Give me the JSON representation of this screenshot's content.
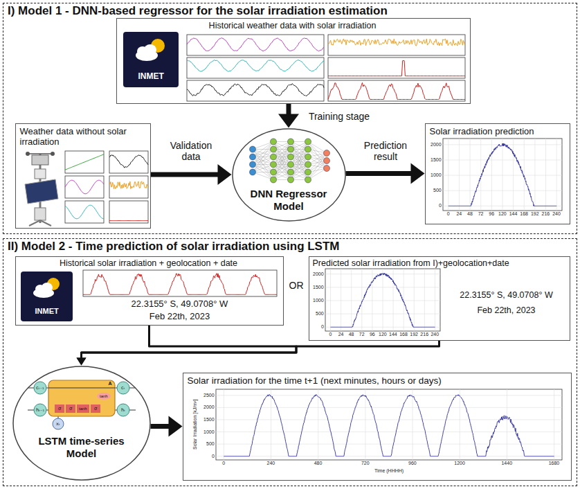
{
  "diagram": {
    "nodes": [
      {
        "text": [
          "I) Model 1 - DNN-based regressor for the solar irradiation estimation"
        ]
      },
      {
        "text": [
          "Historical weather data with solar irradiation"
        ],
        "in": 0
      },
      {
        "text": [
          "Weather data without solar irradiation"
        ],
        "in": 0
      },
      {
        "text": [
          "DNN Regressor Model"
        ],
        "in": 0
      },
      {
        "text": [
          "Solar irradiation prediction"
        ],
        "in": 0
      },
      {
        "text": [
          "II) Model 2 - Time prediction of solar irradiation using LSTM"
        ]
      },
      {
        "text": [
          "Historical solar irradiation + geolocation + date",
          "22.3155° S, 49.0708° W",
          "Feb 22th, 2023"
        ],
        "in": 5
      },
      {
        "text": [
          "Predicted solar irradiation from I)+geolocation+date",
          "22.3155° S, 49.0708° W",
          "Feb 22th, 2023"
        ],
        "in": 5
      },
      {
        "text": [
          "LSTM time-series Model"
        ],
        "in": 5
      },
      {
        "text": [
          "Solar irradiation for the time t+1 (next minutes, hours or days)"
        ],
        "in": 5
      }
    ],
    "edges": [
      {
        "from": 1,
        "to": 3,
        "arrow": "to",
        "label": "Training stage"
      },
      {
        "from": 2,
        "to": 3,
        "arrow": "to",
        "label": "Validation data"
      },
      {
        "from": 3,
        "to": 4,
        "arrow": "to",
        "label": "Prediction result"
      },
      {
        "from": 6,
        "to": 8,
        "arrow": "to"
      },
      {
        "from": 7,
        "to": 8,
        "arrow": "to"
      },
      {
        "from": 8,
        "to": 9,
        "arrow": "to"
      }
    ],
    "labels": [
      "INMET",
      "2000",
      "1500",
      "1000",
      "500",
      "0",
      "0",
      "24",
      "48",
      "72",
      "96",
      "120",
      "144",
      "168",
      "192",
      "216",
      "240",
      "INMET",
      "OR",
      "2000",
      "1500",
      "1000",
      "500",
      "0",
      "0",
      "24",
      "48",
      "72",
      "96",
      "120",
      "144",
      "168",
      "192",
      "216",
      "240",
      "2500",
      "2000",
      "1500",
      "1000",
      "500",
      "0",
      "0",
      "240",
      "480",
      "720",
      "960",
      "1200",
      "1440",
      "1680",
      "Solar Irradiation [kJ/m²]",
      "Time (HHHH)",
      "cₜ₋₁",
      "hₜ₋₁",
      "xₜ",
      "A",
      "cₜ",
      "hₜ",
      "σ",
      "σ",
      "tanh",
      "σ",
      "tanh"
    ]
  }
}
